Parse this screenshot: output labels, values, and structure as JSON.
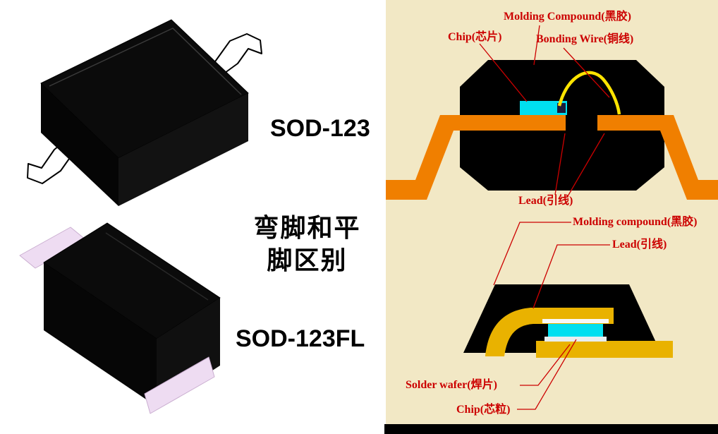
{
  "left_panel": {
    "sod123_label": "SOD-123",
    "caption_line1": "弯脚和平",
    "caption_line2": "脚区别",
    "sod123fl_label": "SOD-123FL"
  },
  "right_panel": {
    "background": "#f2e8c5",
    "top_diagram": {
      "molding_compound_label": "Molding Compound(黑胶)",
      "chip_label": "Chip(芯片)",
      "bonding_wire_label": "Bonding Wire(铜线)",
      "lead_label": "Lead(引线)"
    },
    "bottom_diagram": {
      "molding_compound_label": "Molding compound(黑胶)",
      "lead_label": "Lead(引线)",
      "solder_wafer_label": "Solder wafer(焊片)",
      "chip_label": "Chip(芯粒)"
    },
    "colors": {
      "label_red": "#cc0000",
      "lead_orange": "#f07f00",
      "lead_gold": "#e9b200",
      "chip_cyan": "#00dff0",
      "wire_yellow": "#ffe400",
      "solder_white": "#e8eef0",
      "body_black": "#000000",
      "package_black": "#0b0b0b",
      "tab_pink": "#eedcf2",
      "lead_white": "#ffffff"
    }
  }
}
